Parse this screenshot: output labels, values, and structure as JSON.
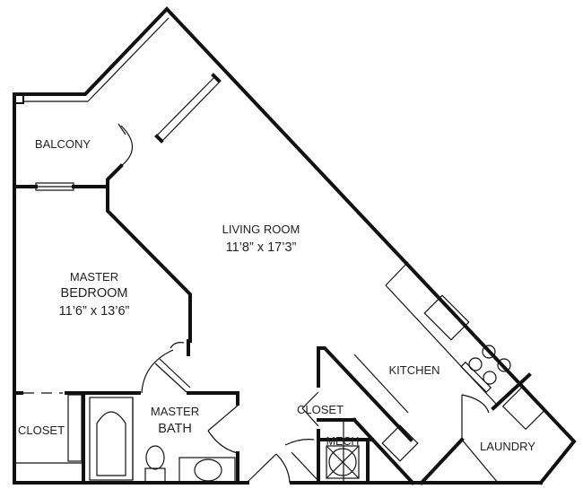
{
  "rooms": {
    "balcony": {
      "name": "BALCONY"
    },
    "living_room": {
      "name": "LIVING ROOM",
      "size": "11’8” x 17’3”"
    },
    "master_bedroom": {
      "name_line1": "MASTER",
      "name_line2": "BEDROOM",
      "size": "11’6” x 13’6”"
    },
    "kitchen": {
      "name": "KITCHEN"
    },
    "closet_bedroom": {
      "name": "CLOSET"
    },
    "master_bath": {
      "name_line1": "MASTER",
      "name_line2": "BATH"
    },
    "closet_hall": {
      "name": "CLOSET"
    },
    "mech": {
      "name": "MECH"
    },
    "laundry": {
      "name": "LAUNDRY"
    }
  },
  "colors": {
    "ink": "#111111",
    "background": "#ffffff"
  }
}
